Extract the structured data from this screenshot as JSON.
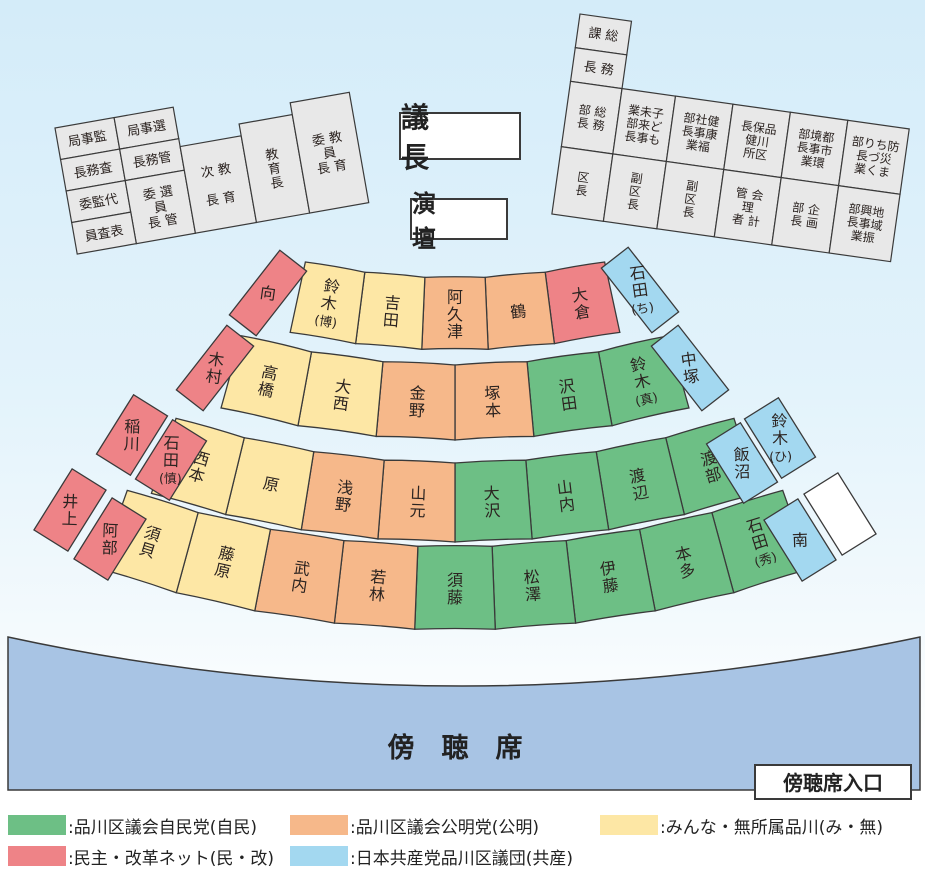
{
  "podium": {
    "speaker": "議　長",
    "lectern": "演　壇"
  },
  "gallery": {
    "label": "傍　聴　席",
    "entrance": "傍聴席入口"
  },
  "colors": {
    "jimin": "#6dbf85",
    "komei": "#f6b88a",
    "minna": "#fde7a5",
    "minkai": "#ee8387",
    "kyosan": "#a3d8f0",
    "staff": "#e8e8e8",
    "gallery": "#a8c4e4"
  },
  "staff_left": [
    [
      "局事監",
      "局事選"
    ],
    [
      "長務査",
      "長務管"
    ],
    [
      "委監代",
      "委 選",
      "次 教",
      "教",
      "委 教"
    ],
    [
      "員査表",
      "員\n長 管",
      "長 育",
      "育\n長",
      "員\n長 育"
    ]
  ],
  "staff_right": {
    "row1": [
      "課 総",
      "長 務"
    ],
    "row2": [
      "部 総\n長 務",
      "業未子\n部来ど\n長事も",
      "部社健\n長事康\n業福",
      "長保品\n健川\n所区",
      "部境都\n長事市\n業環",
      "部りち防\n長づ災\n業くま"
    ],
    "row3": [
      "区\n長",
      "副\n区\n長",
      "副\n区\n長",
      "管 会\n理\n者 計",
      "部 企\n長 画",
      "部興地\n長事域\n業振"
    ]
  },
  "seats": {
    "row1": [
      {
        "name": "大倉",
        "party": "minkai"
      },
      {
        "name": "鶴",
        "party": "komei"
      },
      {
        "name": "阿久津",
        "party": "komei"
      },
      {
        "name": "吉田",
        "party": "minna"
      },
      {
        "name": "鈴木(博)",
        "party": "minna"
      }
    ],
    "row2": [
      {
        "name": "鈴木(真)",
        "party": "jimin"
      },
      {
        "name": "沢田",
        "party": "jimin"
      },
      {
        "name": "塚本",
        "party": "komei"
      },
      {
        "name": "金野",
        "party": "komei"
      },
      {
        "name": "大西",
        "party": "minna"
      },
      {
        "name": "高橋",
        "party": "minna"
      }
    ],
    "row3": [
      {
        "name": "渡部",
        "party": "jimin"
      },
      {
        "name": "渡辺",
        "party": "jimin"
      },
      {
        "name": "山内",
        "party": "jimin"
      },
      {
        "name": "大沢",
        "party": "jimin"
      },
      {
        "name": "山元",
        "party": "komei"
      },
      {
        "name": "浅野",
        "party": "komei"
      },
      {
        "name": "原",
        "party": "minna"
      },
      {
        "name": "西本",
        "party": "minna"
      }
    ],
    "row4": [
      {
        "name": "石田(秀)",
        "party": "jimin"
      },
      {
        "name": "本多",
        "party": "jimin"
      },
      {
        "name": "伊藤",
        "party": "jimin"
      },
      {
        "name": "松澤",
        "party": "jimin"
      },
      {
        "name": "須藤",
        "party": "jimin"
      },
      {
        "name": "若林",
        "party": "komei"
      },
      {
        "name": "武内",
        "party": "komei"
      },
      {
        "name": "藤原",
        "party": "minna"
      },
      {
        "name": "須貝",
        "party": "minna"
      }
    ],
    "left_wing": [
      {
        "name": "向",
        "party": "minkai"
      },
      {
        "name": "木村",
        "party": "minkai"
      },
      {
        "name": "稲川",
        "party": "minkai"
      },
      {
        "name": "石田(慎)",
        "party": "minkai"
      },
      {
        "name": "井上",
        "party": "minkai"
      },
      {
        "name": "阿部",
        "party": "minkai"
      }
    ],
    "right_wing": [
      {
        "name": "石田(ち)",
        "party": "kyosan"
      },
      {
        "name": "中塚",
        "party": "kyosan"
      },
      {
        "name": "飯沼",
        "party": "kyosan"
      },
      {
        "name": "鈴木(ひ)",
        "party": "kyosan"
      },
      {
        "name": "南",
        "party": "kyosan"
      },
      {
        "name": "",
        "party": "empty"
      }
    ]
  },
  "legend": [
    {
      "party": "jimin",
      "label": ":品川区議会自民党(自民)"
    },
    {
      "party": "komei",
      "label": ":品川区議会公明党(公明)"
    },
    {
      "party": "minna",
      "label": ":みんな・無所属品川(み・無)"
    },
    {
      "party": "minkai",
      "label": ":民主・改革ネット(民・改)"
    },
    {
      "party": "kyosan",
      "label": ":日本共産党品川区議団(共産)"
    }
  ]
}
